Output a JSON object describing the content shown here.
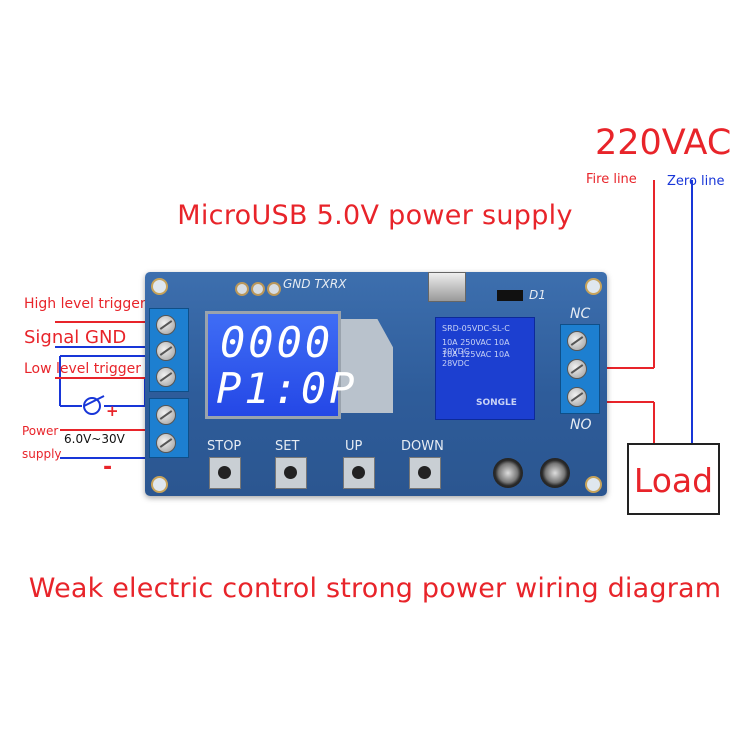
{
  "header": {
    "title": "MicroUSB 5.0V power supply"
  },
  "footer": {
    "caption": "Weak electric control strong power wiring diagram"
  },
  "ac": {
    "voltage": "220VAC",
    "fire_line": "Fire line",
    "zero_line": "Zero line"
  },
  "labels": {
    "high_trigger": "High level trigger",
    "signal_gnd": "Signal GND",
    "low_trigger": "Low level trigger",
    "power": "Power",
    "supply": "supply",
    "voltage_range": "6.0V~30V",
    "plus": "+",
    "minus": "-"
  },
  "board": {
    "header_silk": "GND TXRX",
    "diode_silk": "D1",
    "lcd_line1": "0000",
    "lcd_line2": "P1:0P",
    "nc": "NC",
    "no": "NO",
    "buttons": [
      "STOP",
      "SET",
      "UP",
      "DOWN"
    ],
    "relay_text": [
      "SRD-05VDC-SL-C",
      "10A 250VAC 10A 30VDC",
      "10A 125VAC 10A 28VDC",
      "SONGLE"
    ]
  },
  "load": {
    "label": "Load"
  },
  "colors": {
    "red": "#e8242a",
    "blue": "#1836d8",
    "board": "#2e5c9a",
    "lcd": "#2447e6"
  }
}
